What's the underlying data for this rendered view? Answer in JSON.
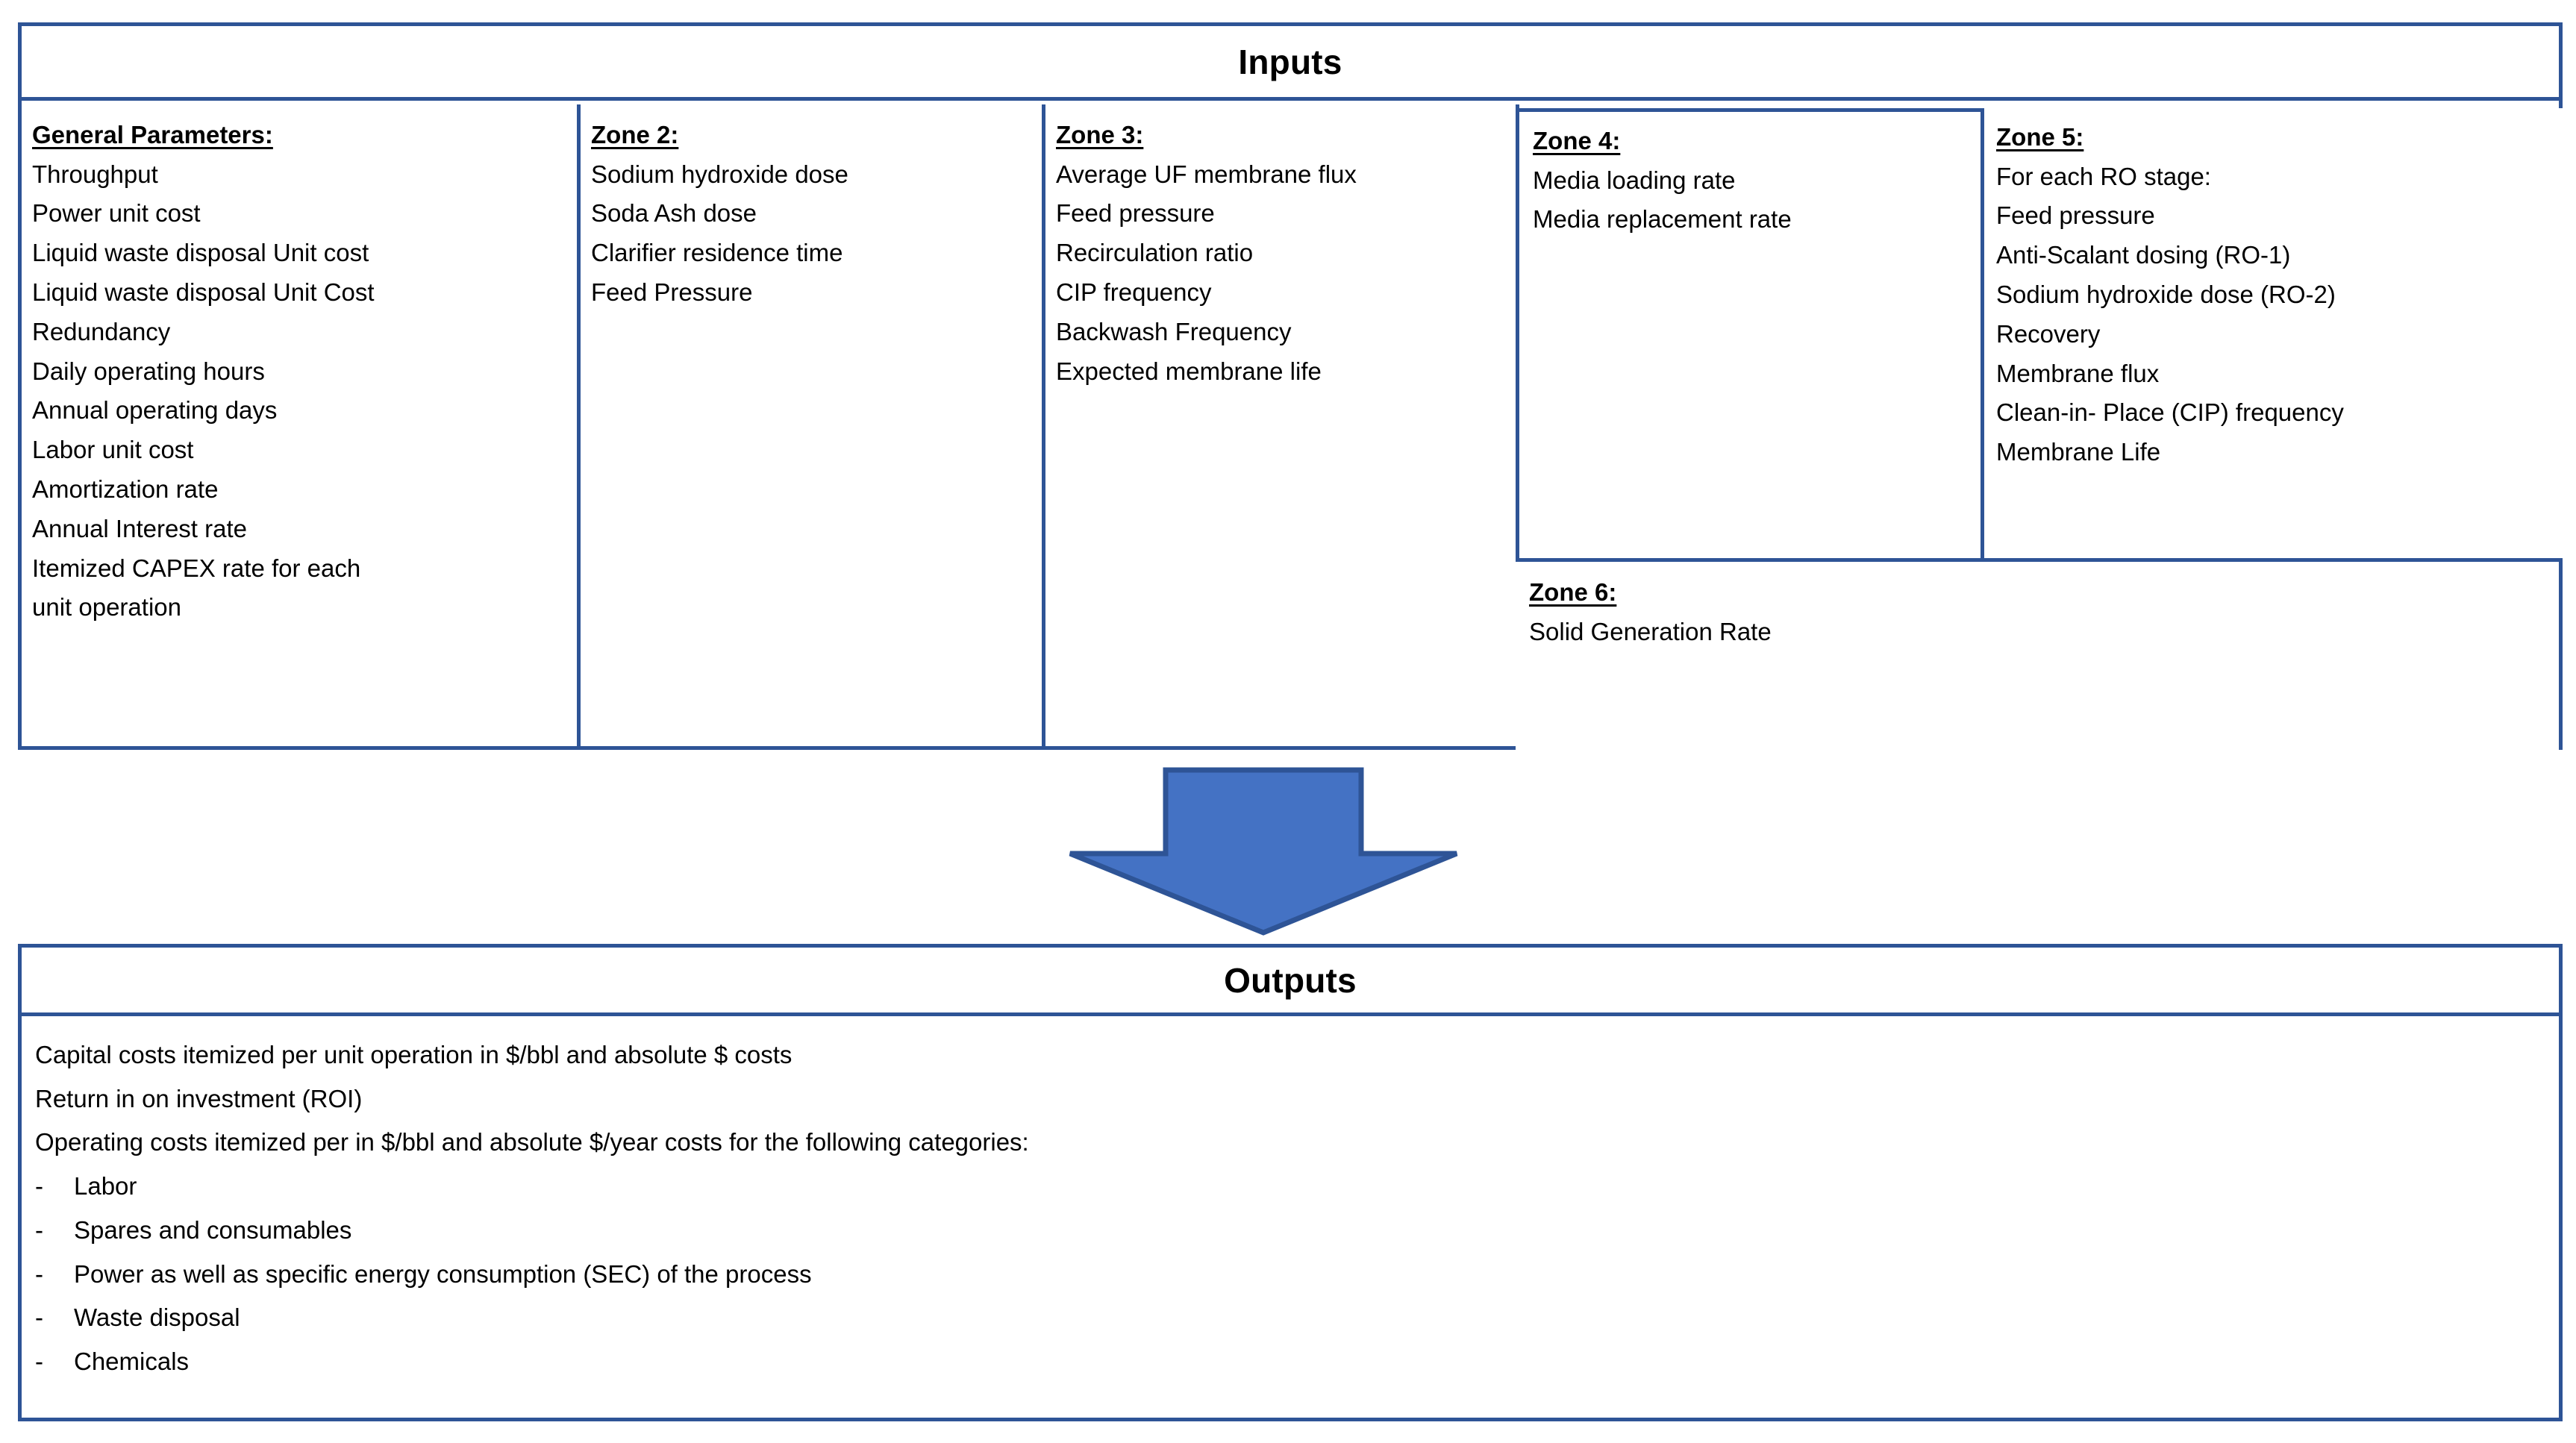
{
  "colors": {
    "border": "#2E5496",
    "arrow_fill": "#4472C4",
    "arrow_stroke": "#2E5496",
    "text": "#000000",
    "background": "#FFFFFF"
  },
  "inputs": {
    "title": "Inputs",
    "columns": [
      {
        "id": "general-parameters",
        "title": "General Parameters:",
        "items": [
          "Throughput",
          "Power unit cost",
          "Liquid waste disposal Unit cost",
          "Liquid waste disposal Unit Cost",
          "Redundancy",
          "Daily operating hours",
          "Annual operating days",
          "Labor unit cost",
          "Amortization rate",
          "Annual Interest rate",
          "Itemized CAPEX rate for each",
          "unit operation"
        ]
      },
      {
        "id": "zone-2",
        "title": "Zone 2:",
        "items": [
          "Sodium hydroxide dose",
          "Soda Ash dose",
          "Clarifier residence time",
          "Feed Pressure"
        ]
      },
      {
        "id": "zone-3",
        "title": "Zone 3:",
        "items": [
          "Average UF membrane flux",
          "Feed pressure",
          "Recirculation ratio",
          "CIP frequency",
          "Backwash Frequency",
          "Expected membrane life"
        ]
      },
      {
        "id": "zone-4",
        "title": "Zone 4:",
        "items": [
          "Media loading rate",
          "Media replacement rate"
        ]
      },
      {
        "id": "zone-5",
        "title": "Zone 5:",
        "items": [
          "For each RO stage:",
          "Feed pressure",
          "Anti-Scalant dosing (RO-1)",
          "Sodium hydroxide dose (RO-2)",
          "Recovery",
          "Membrane flux",
          "Clean-in- Place (CIP) frequency",
          "Membrane Life"
        ]
      },
      {
        "id": "zone-6",
        "title": "Zone 6:",
        "items": [
          "Solid Generation Rate"
        ]
      }
    ]
  },
  "arrow": {
    "icon": "arrow-down-icon",
    "direction": "down"
  },
  "outputs": {
    "title": "Outputs",
    "lines": [
      "Capital costs itemized per unit operation in $/bbl and absolute $ costs",
      "Return in on investment (ROI)",
      "Operating costs itemized per in $/bbl and absolute $/year costs for the following categories:"
    ],
    "bullet_marker": "-",
    "bullets": [
      "Labor",
      "Spares and consumables",
      "Power as well as specific energy consumption (SEC) of the process",
      "Waste disposal",
      "Chemicals"
    ]
  }
}
